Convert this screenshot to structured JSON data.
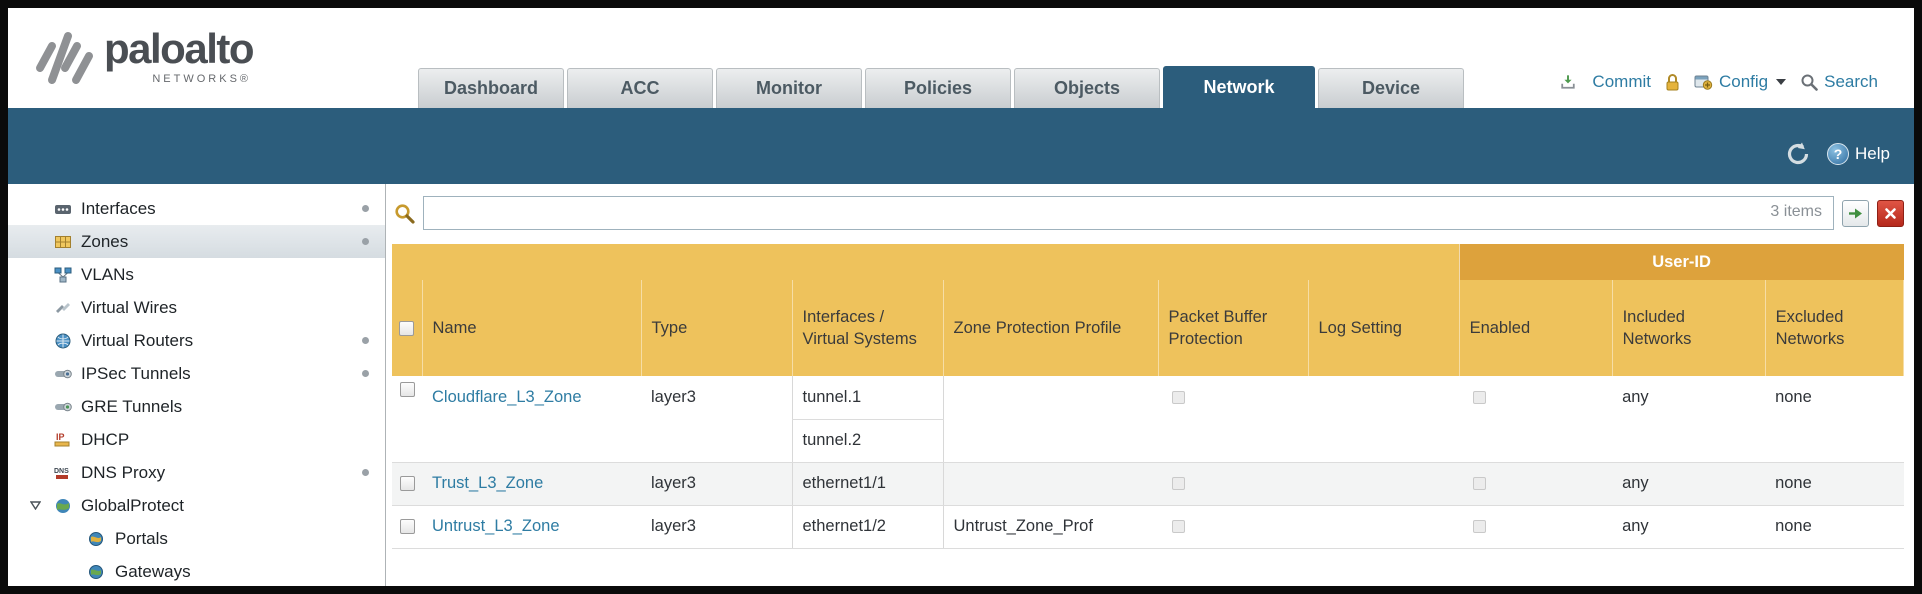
{
  "header": {
    "brand": {
      "name": "paloalto",
      "tagline": "NETWORKS®"
    },
    "tabs": [
      {
        "label": "Dashboard"
      },
      {
        "label": "ACC"
      },
      {
        "label": "Monitor"
      },
      {
        "label": "Policies"
      },
      {
        "label": "Objects"
      },
      {
        "label": "Network",
        "active": true
      },
      {
        "label": "Device"
      }
    ],
    "actions": {
      "commit": "Commit",
      "config": "Config",
      "search": "Search"
    }
  },
  "subheader": {
    "help": "Help"
  },
  "sidebar": {
    "items": [
      {
        "label": "Interfaces",
        "dot": true
      },
      {
        "label": "Zones",
        "selected": true,
        "dot": true
      },
      {
        "label": "VLANs"
      },
      {
        "label": "Virtual Wires"
      },
      {
        "label": "Virtual Routers",
        "dot": true
      },
      {
        "label": "IPSec Tunnels",
        "dot": true
      },
      {
        "label": "GRE Tunnels"
      },
      {
        "label": "DHCP"
      },
      {
        "label": "DNS Proxy",
        "dot": true
      },
      {
        "label": "GlobalProtect",
        "expanded": true
      },
      {
        "label": "Portals",
        "child": true
      },
      {
        "label": "Gateways",
        "child": true
      }
    ]
  },
  "filter": {
    "count": "3 items"
  },
  "table": {
    "group_header": "User-ID",
    "columns": [
      "Name",
      "Type",
      "Interfaces / Virtual Systems",
      "Zone Protection Profile",
      "Packet Buffer Protection",
      "Log Setting",
      "Enabled",
      "Included Networks",
      "Excluded Networks"
    ],
    "rows": [
      {
        "name": "Cloudflare_L3_Zone",
        "type": "layer3",
        "interfaces": [
          "tunnel.1",
          "tunnel.2"
        ],
        "zone_protection_profile": "",
        "log_setting": "",
        "included_networks": "any",
        "excluded_networks": "none"
      },
      {
        "name": "Trust_L3_Zone",
        "type": "layer3",
        "interfaces": [
          "ethernet1/1"
        ],
        "zone_protection_profile": "",
        "log_setting": "",
        "included_networks": "any",
        "excluded_networks": "none"
      },
      {
        "name": "Untrust_L3_Zone",
        "type": "layer3",
        "interfaces": [
          "ethernet1/2"
        ],
        "zone_protection_profile": "Untrust_Zone_Prof",
        "log_setting": "",
        "included_networks": "any",
        "excluded_networks": "none"
      }
    ]
  },
  "colors": {
    "band_teal": "#2c5d7c",
    "header_amber": "#eec25c",
    "header_amber_dark": "#dda23c",
    "link_teal": "#2e7ca3"
  }
}
